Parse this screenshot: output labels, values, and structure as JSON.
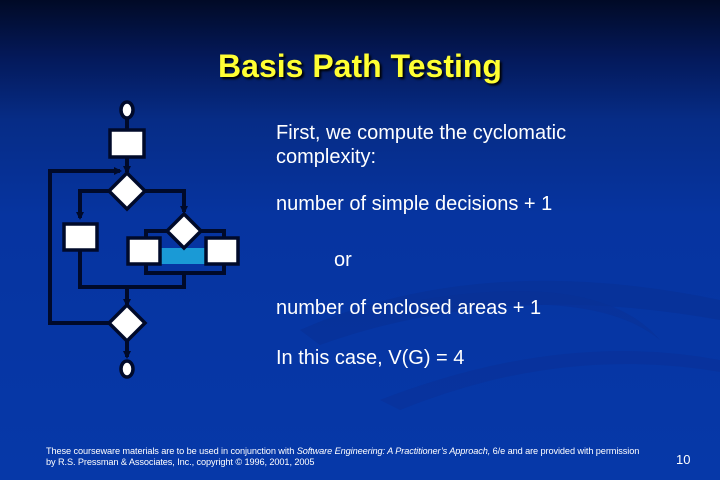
{
  "slide": {
    "title": "Basis Path Testing",
    "body": {
      "line1": "First, we compute the cyclomatic complexity:",
      "line2": "number of simple decisions + 1",
      "line3": "or",
      "line4": "number of enclosed areas + 1",
      "line5": "In this case, V(G) = 4"
    },
    "footer": {
      "text_before": "These courseware materials are to be used in conjunction with ",
      "book_title": "Software Engineering: A Practitioner’s Approach,",
      "text_after": " 6/e and are provided with permission by R.S. Pressman & Associates, Inc., copyright © 1996, 2001, 2005"
    },
    "page_number": "10"
  },
  "flowchart": {
    "nodes": [
      "start-node",
      "process-box-1",
      "decision-1",
      "process-box-left",
      "decision-2",
      "process-box-mid-left",
      "process-box-mid-right",
      "decision-3",
      "end-node"
    ],
    "colors": {
      "fill": "#ffffff",
      "stroke": "#000a2a",
      "highlight": "#1a9ad6"
    }
  },
  "colors": {
    "title": "#ffff33",
    "text": "#ffffff",
    "background_top": "#010a26",
    "background_bottom": "#0638a8"
  }
}
